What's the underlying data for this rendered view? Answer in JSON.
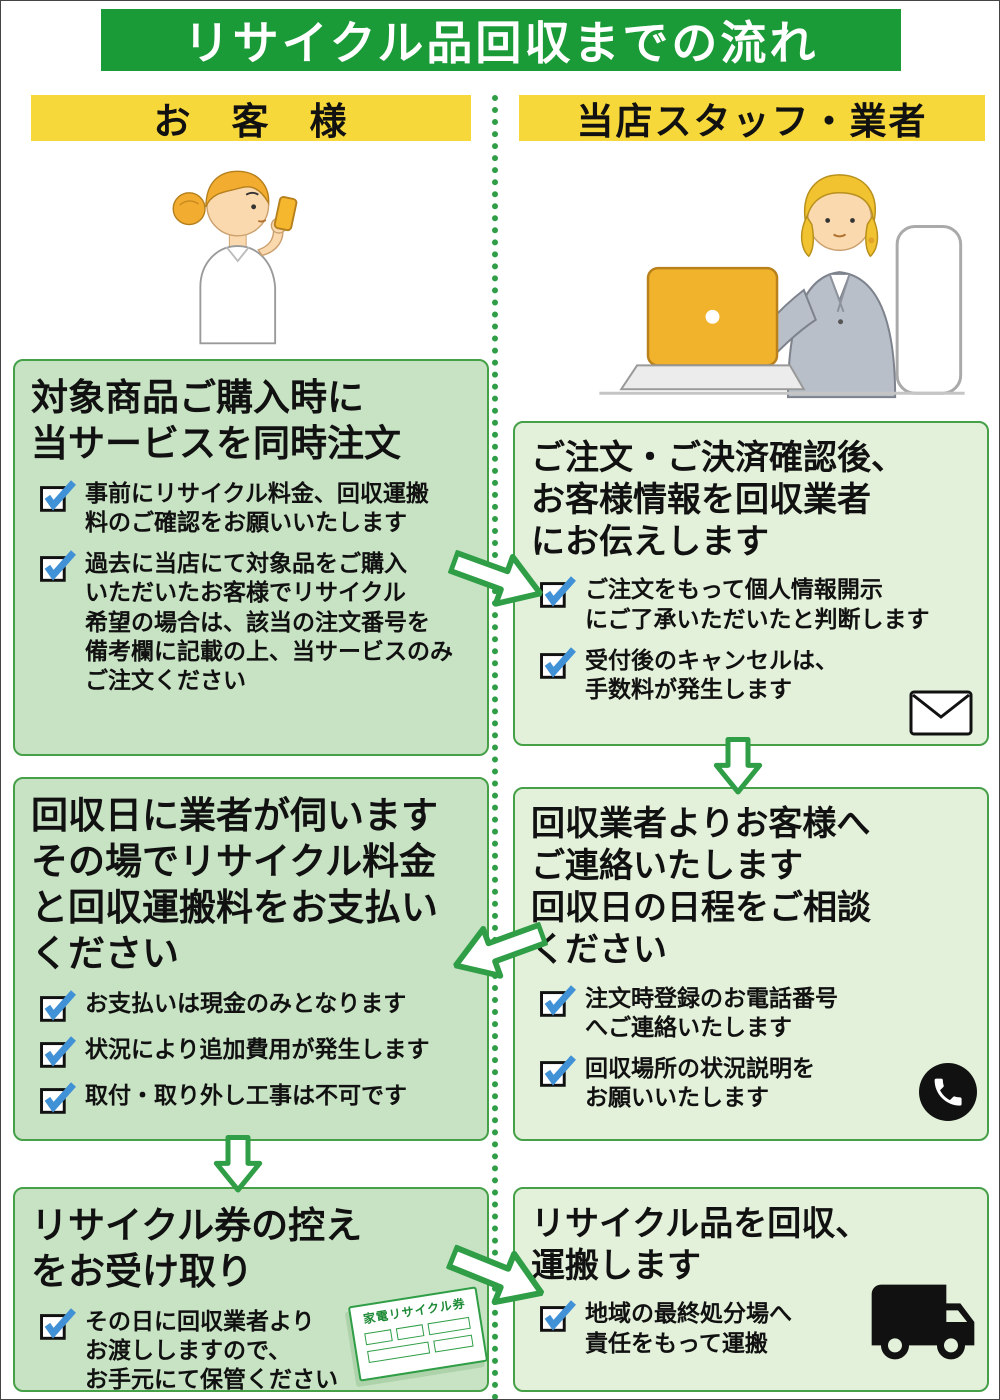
{
  "title": "リサイクル品回収までの流れ",
  "columns": {
    "customer_header": "お　客　様",
    "staff_header": "当店スタッフ・業者"
  },
  "customer": {
    "box1": {
      "title": "対象商品ご購入時に\n当サービスを同時注文",
      "items": [
        "事前にリサイクル料金、回収運搬\n料のご確認をお願いいたします",
        "過去に当店にて対象品をご購入\nいただいたお客様でリサイクル\n希望の場合は、該当の注文番号を\n備考欄に記載の上、当サービスのみ\nご注文ください"
      ]
    },
    "box2": {
      "title": "回収日に業者が伺います\nその場でリサイクル料金\nと回収運搬料をお支払い\nください",
      "items": [
        "お支払いは現金のみとなります",
        "状況により追加費用が発生します",
        "取付・取り外し工事は不可です"
      ]
    },
    "box3": {
      "title": "リサイクル券の控え\nをお受け取り",
      "items": [
        "その日に回収業者より\nお渡ししますので、\nお手元にて保管ください"
      ],
      "ticket_label": "家電リサイクル券"
    }
  },
  "staff": {
    "box1": {
      "title": "ご注文・ご決済確認後、\nお客様情報を回収業者\nにお伝えします",
      "items": [
        "ご注文をもって個人情報開示\nにご了承いただいたと判断します",
        "受付後のキャンセルは、\n手数料が発生します"
      ]
    },
    "box2": {
      "title": "回収業者よりお客様へ\nご連絡いたします\n回収日の日程をご相談\nください",
      "items": [
        "注文時登録のお電話番号\nへご連絡いたします",
        "回収場所の状況説明を\nお願いいたします"
      ]
    },
    "box3": {
      "title": "リサイクル品を回収、\n運搬します",
      "items": [
        "地域の最終処分場へ\n責任をもって運搬"
      ]
    }
  },
  "colors": {
    "banner_green": "#1b9a38",
    "header_yellow": "#f7d83b",
    "customer_box_bg": "#c8e3c4",
    "staff_box_bg": "#e3f1da",
    "box_border_green": "#45a048",
    "check_blue": "#4191d6",
    "arrow_green": "#2f9e46"
  }
}
